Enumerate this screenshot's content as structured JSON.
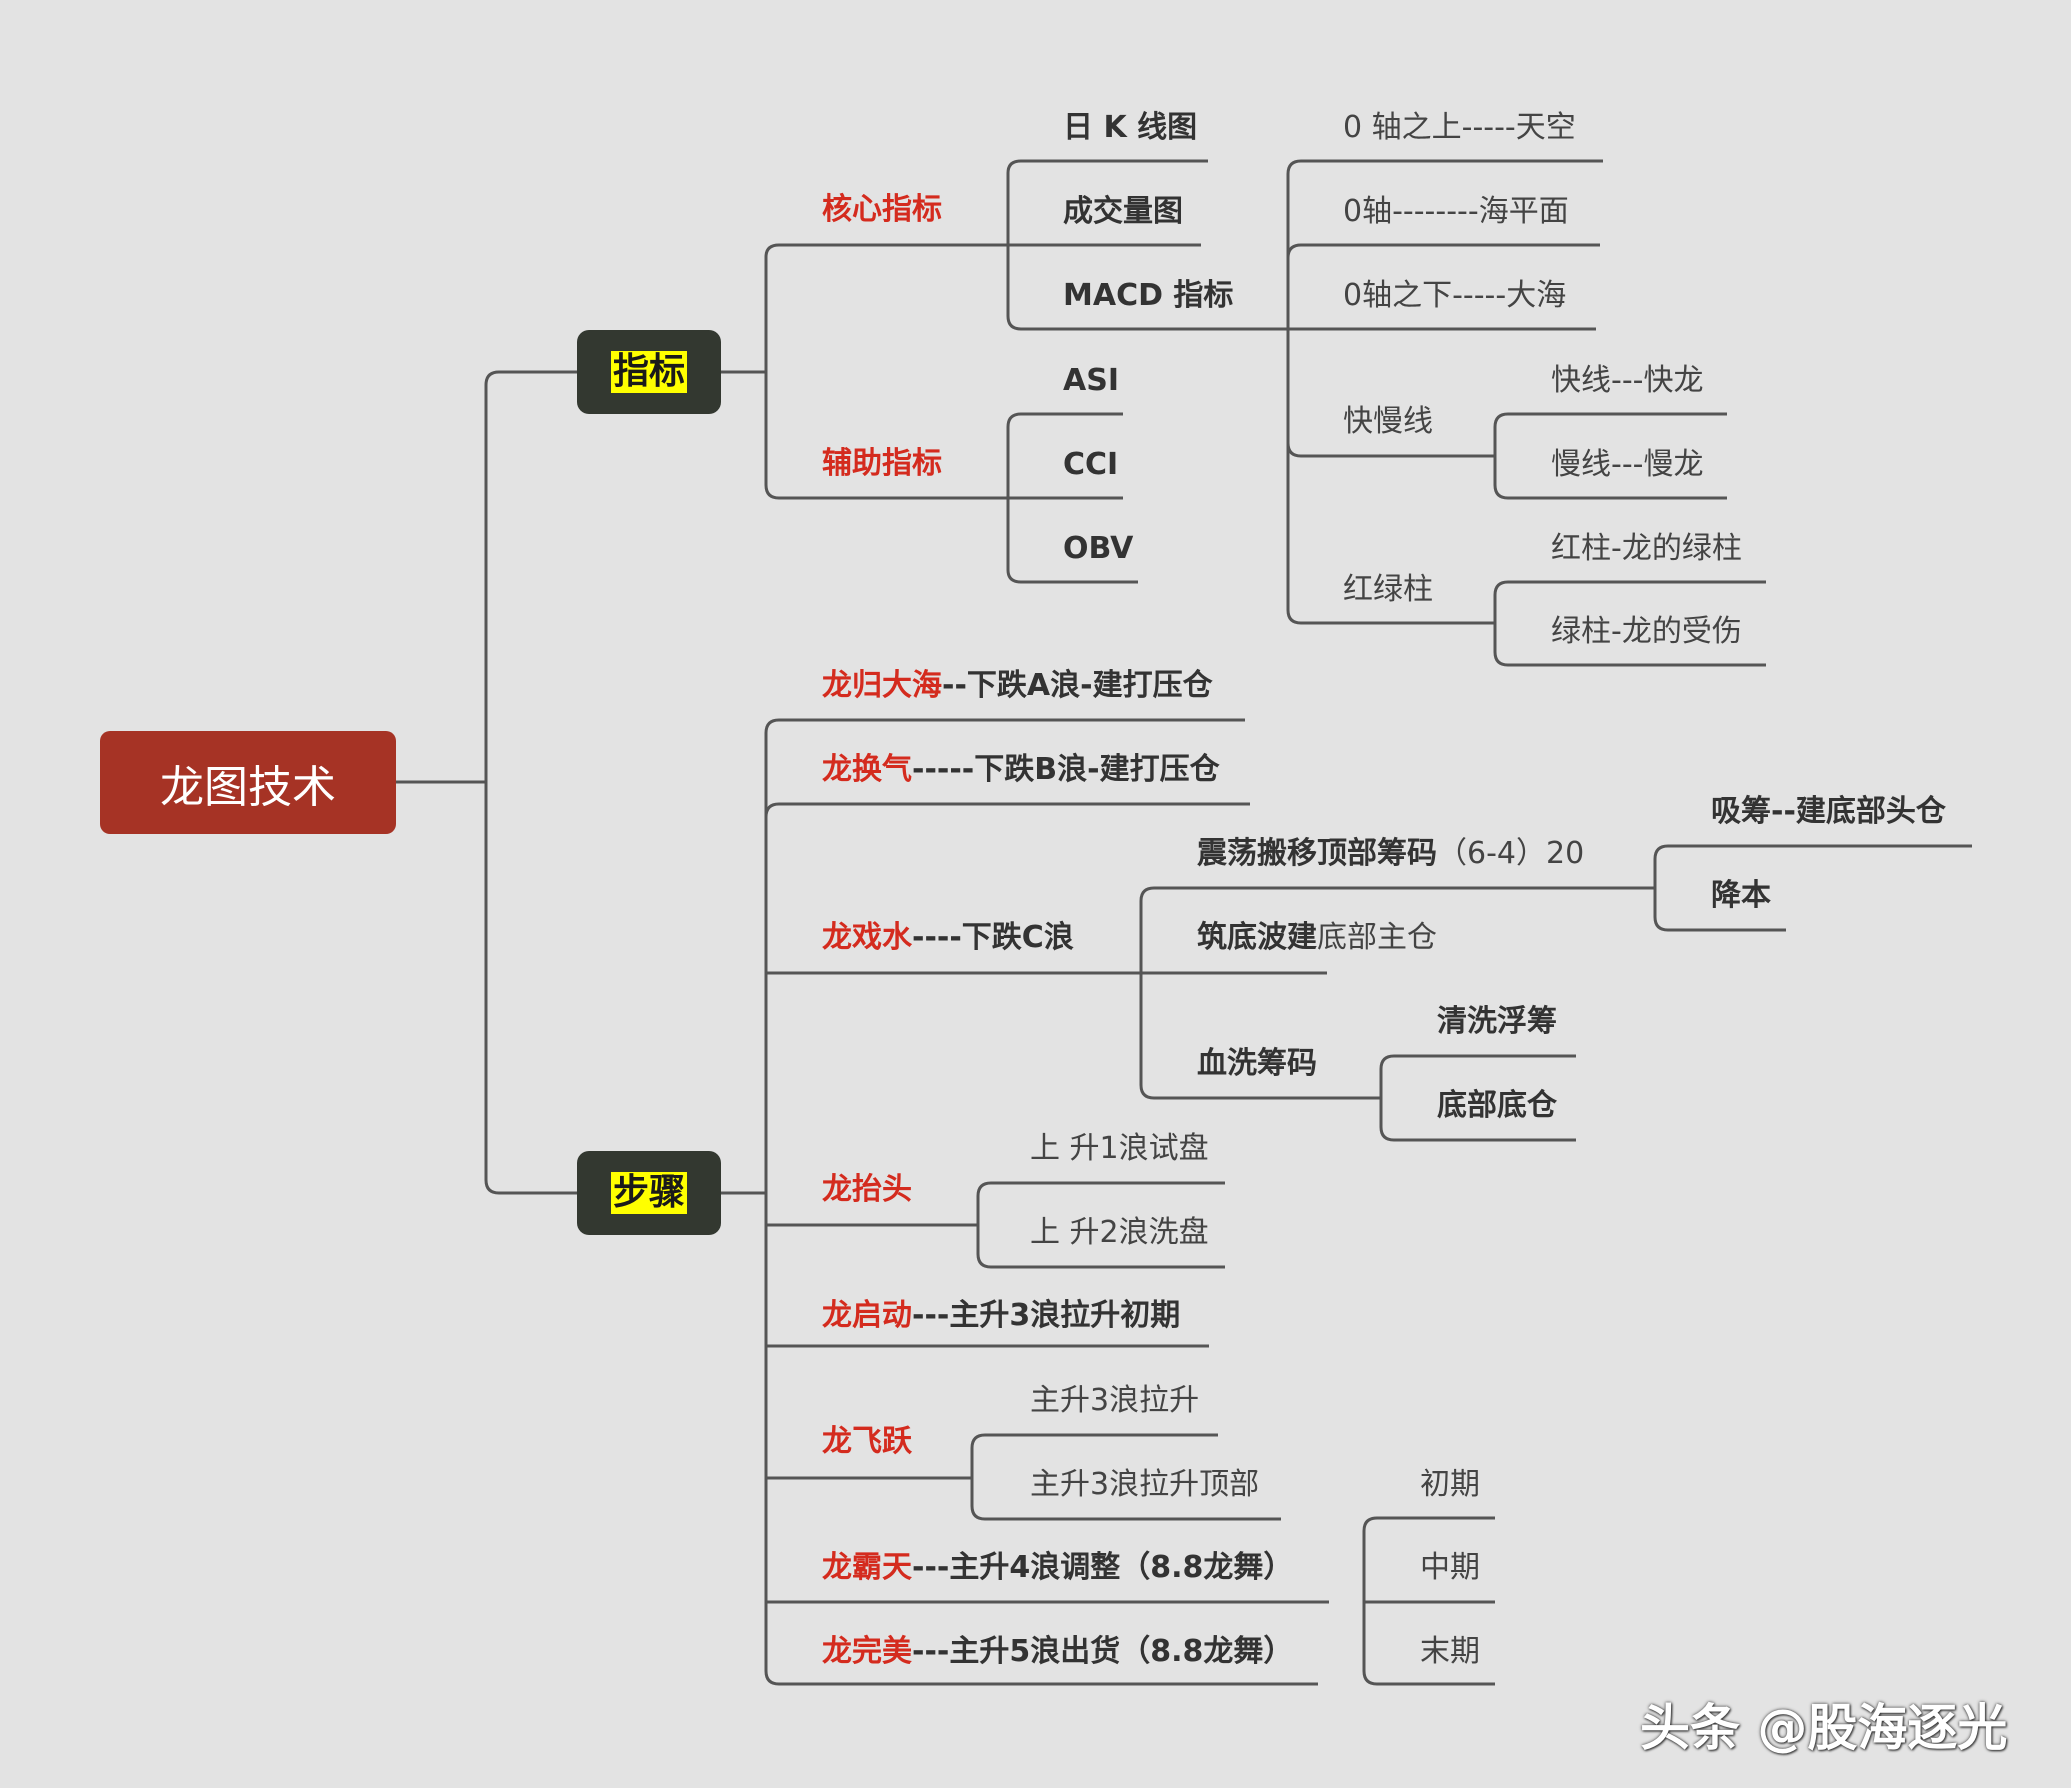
{
  "root": "龙图技术",
  "categories": {
    "indicators": "指标",
    "steps": "步骤"
  },
  "indicators": {
    "core": {
      "label": "核心指标",
      "items": [
        "日 K 线图",
        "成交量图",
        "MACD 指标"
      ]
    },
    "aux": {
      "label": "辅助指标",
      "items": [
        "ASI",
        "CCI",
        "OBV"
      ]
    },
    "macd": {
      "zero_axis": [
        "0 轴之上-----天空",
        "0轴--------海平面",
        "0轴之下-----大海"
      ],
      "fast_slow": {
        "label": "快慢线",
        "items": [
          "快线---快龙",
          "慢线---慢龙"
        ]
      },
      "red_green": {
        "label": "红绿柱",
        "items": [
          "红柱-龙的绿柱",
          "绿柱-龙的受伤"
        ]
      }
    }
  },
  "steps": {
    "s1": {
      "red": "龙归大海",
      "rest": "--下跌A浪-建打压仓"
    },
    "s2": {
      "red": "龙换气",
      "rest": "-----下跌B浪-建打压仓"
    },
    "s3": {
      "red": "龙戏水",
      "rest": "----下跌C浪",
      "children": {
        "c1": {
          "bold": "震荡搬移顶部筹码",
          "normal": "（6-4）20",
          "items": [
            "吸筹--建底部头仓",
            "降本"
          ]
        },
        "c2": {
          "bold": "筑底波建",
          "normal": "底部主仓"
        },
        "c3": {
          "label": "血洗筹码",
          "items": [
            "清洗浮筹",
            "底部底仓"
          ]
        }
      }
    },
    "s4": {
      "red": "龙抬头",
      "items": [
        "上 升1浪试盘",
        "上 升2浪洗盘"
      ]
    },
    "s5": {
      "red": "龙启动",
      "rest": "---主升3浪拉升初期"
    },
    "s6": {
      "red": "龙飞跃",
      "items": [
        "主升3浪拉升",
        "主升3浪拉升顶部"
      ]
    },
    "s7": {
      "red": "龙霸天",
      "rest": "---主升4浪调整（8.8龙舞）"
    },
    "s8": {
      "red": "龙完美",
      "rest": "---主升5浪出货（8.8龙舞）"
    },
    "phases": [
      "初期",
      "中期",
      "末期"
    ]
  },
  "watermark": "头条 @股海逐光",
  "colors": {
    "background": "#e3e3e3",
    "root": "#a63325",
    "category_box": "#333830",
    "highlight": "#ffff00",
    "accent_red": "#d42b1e",
    "line": "#555555"
  }
}
